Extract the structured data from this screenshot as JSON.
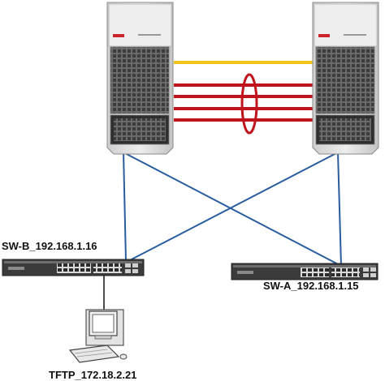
{
  "labels": {
    "sw_b": "SW-B_192.168.1.16",
    "sw_a": "SW-A_192.168.1.15",
    "tftp": "TFTP_172.18.2.21"
  },
  "nodes": [
    {
      "id": "core-switch-left",
      "kind": "chassis-switch",
      "icon": "modular-chassis-icon"
    },
    {
      "id": "core-switch-right",
      "kind": "chassis-switch",
      "icon": "modular-chassis-icon"
    },
    {
      "id": "sw-b",
      "kind": "access-switch",
      "icon": "rack-switch-icon"
    },
    {
      "id": "sw-a",
      "kind": "access-switch",
      "icon": "rack-switch-icon"
    },
    {
      "id": "tftp-server",
      "kind": "workstation",
      "icon": "computer-icon"
    }
  ],
  "links": [
    {
      "from": "core-switch-left",
      "to": "core-switch-right",
      "kind": "peer-keepalive"
    },
    {
      "from": "core-switch-left",
      "to": "core-switch-right",
      "kind": "port-channel-member"
    },
    {
      "from": "core-switch-left",
      "to": "core-switch-right",
      "kind": "port-channel-member"
    },
    {
      "from": "core-switch-left",
      "to": "core-switch-right",
      "kind": "port-channel-member"
    },
    {
      "from": "core-switch-left",
      "to": "core-switch-right",
      "kind": "port-channel-member"
    },
    {
      "from": "core-switch-left",
      "to": "sw-b",
      "kind": "uplink"
    },
    {
      "from": "core-switch-left",
      "to": "sw-a",
      "kind": "uplink"
    },
    {
      "from": "core-switch-right",
      "to": "sw-b",
      "kind": "uplink"
    },
    {
      "from": "core-switch-right",
      "to": "sw-a",
      "kind": "uplink"
    },
    {
      "from": "sw-b",
      "to": "tftp-server",
      "kind": "access"
    }
  ],
  "colors": {
    "keepalive_link": "#f0c419",
    "port_channel": "#c0141c",
    "uplink": "#2a5d9e",
    "access_link": "#111111",
    "chassis_body": "#dcdcdc",
    "chassis_dark": "#5e5e5e",
    "brand_red": "#cc2229"
  }
}
